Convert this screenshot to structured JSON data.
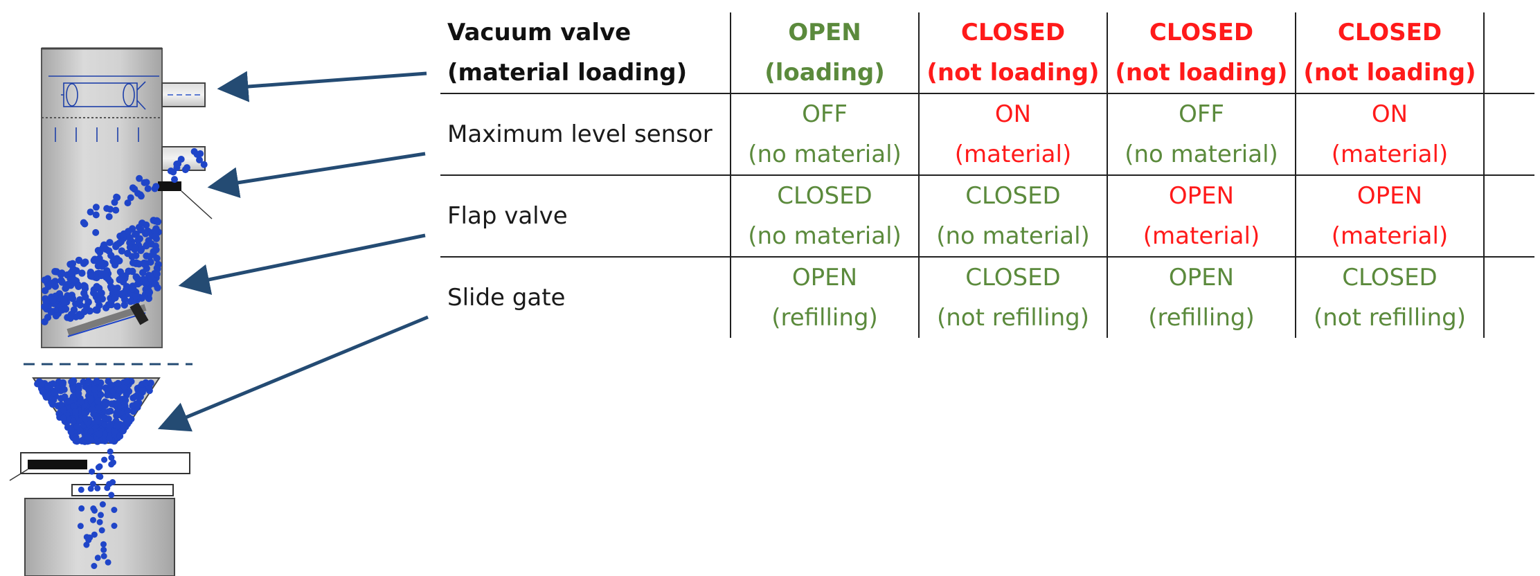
{
  "colors": {
    "green_state": "#5b8a3c",
    "red_state": "#ff1a1a",
    "pellet_blue": "#1f45c8",
    "arrow": "#244b73",
    "chamber_gray": "#c6c6c6"
  },
  "table": {
    "header": {
      "label": [
        "Vacuum valve",
        "(material loading)"
      ],
      "cells": [
        {
          "line1": "OPEN",
          "line2": "(loading)",
          "color": "green"
        },
        {
          "line1": "CLOSED",
          "line2": "(not loading)",
          "color": "red"
        },
        {
          "line1": "CLOSED",
          "line2": "(not loading)",
          "color": "red"
        },
        {
          "line1": "CLOSED",
          "line2": "(not loading)",
          "color": "red"
        }
      ]
    },
    "rows": [
      {
        "label": "Maximum level sensor",
        "cells": [
          {
            "line1": "OFF",
            "line2": "(no material)",
            "color": "green"
          },
          {
            "line1": "ON",
            "line2": "(material)",
            "color": "red"
          },
          {
            "line1": "OFF",
            "line2": "(no material)",
            "color": "green"
          },
          {
            "line1": "ON",
            "line2": "(material)",
            "color": "red"
          }
        ]
      },
      {
        "label": "Flap valve",
        "cells": [
          {
            "line1": "CLOSED",
            "line2": "(no material)",
            "color": "green"
          },
          {
            "line1": "CLOSED",
            "line2": "(no material)",
            "color": "green"
          },
          {
            "line1": "OPEN",
            "line2": "(material)",
            "color": "red"
          },
          {
            "line1": "OPEN",
            "line2": "(material)",
            "color": "red"
          }
        ]
      },
      {
        "label": "Slide gate",
        "cells": [
          {
            "line1": "OPEN",
            "line2": "(refilling)",
            "color": "green"
          },
          {
            "line1": "CLOSED",
            "line2": "(not refilling)",
            "color": "green"
          },
          {
            "line1": "OPEN",
            "line2": "(refilling)",
            "color": "green"
          },
          {
            "line1": "CLOSED",
            "line2": "(not refilling)",
            "color": "green"
          }
        ]
      }
    ]
  }
}
